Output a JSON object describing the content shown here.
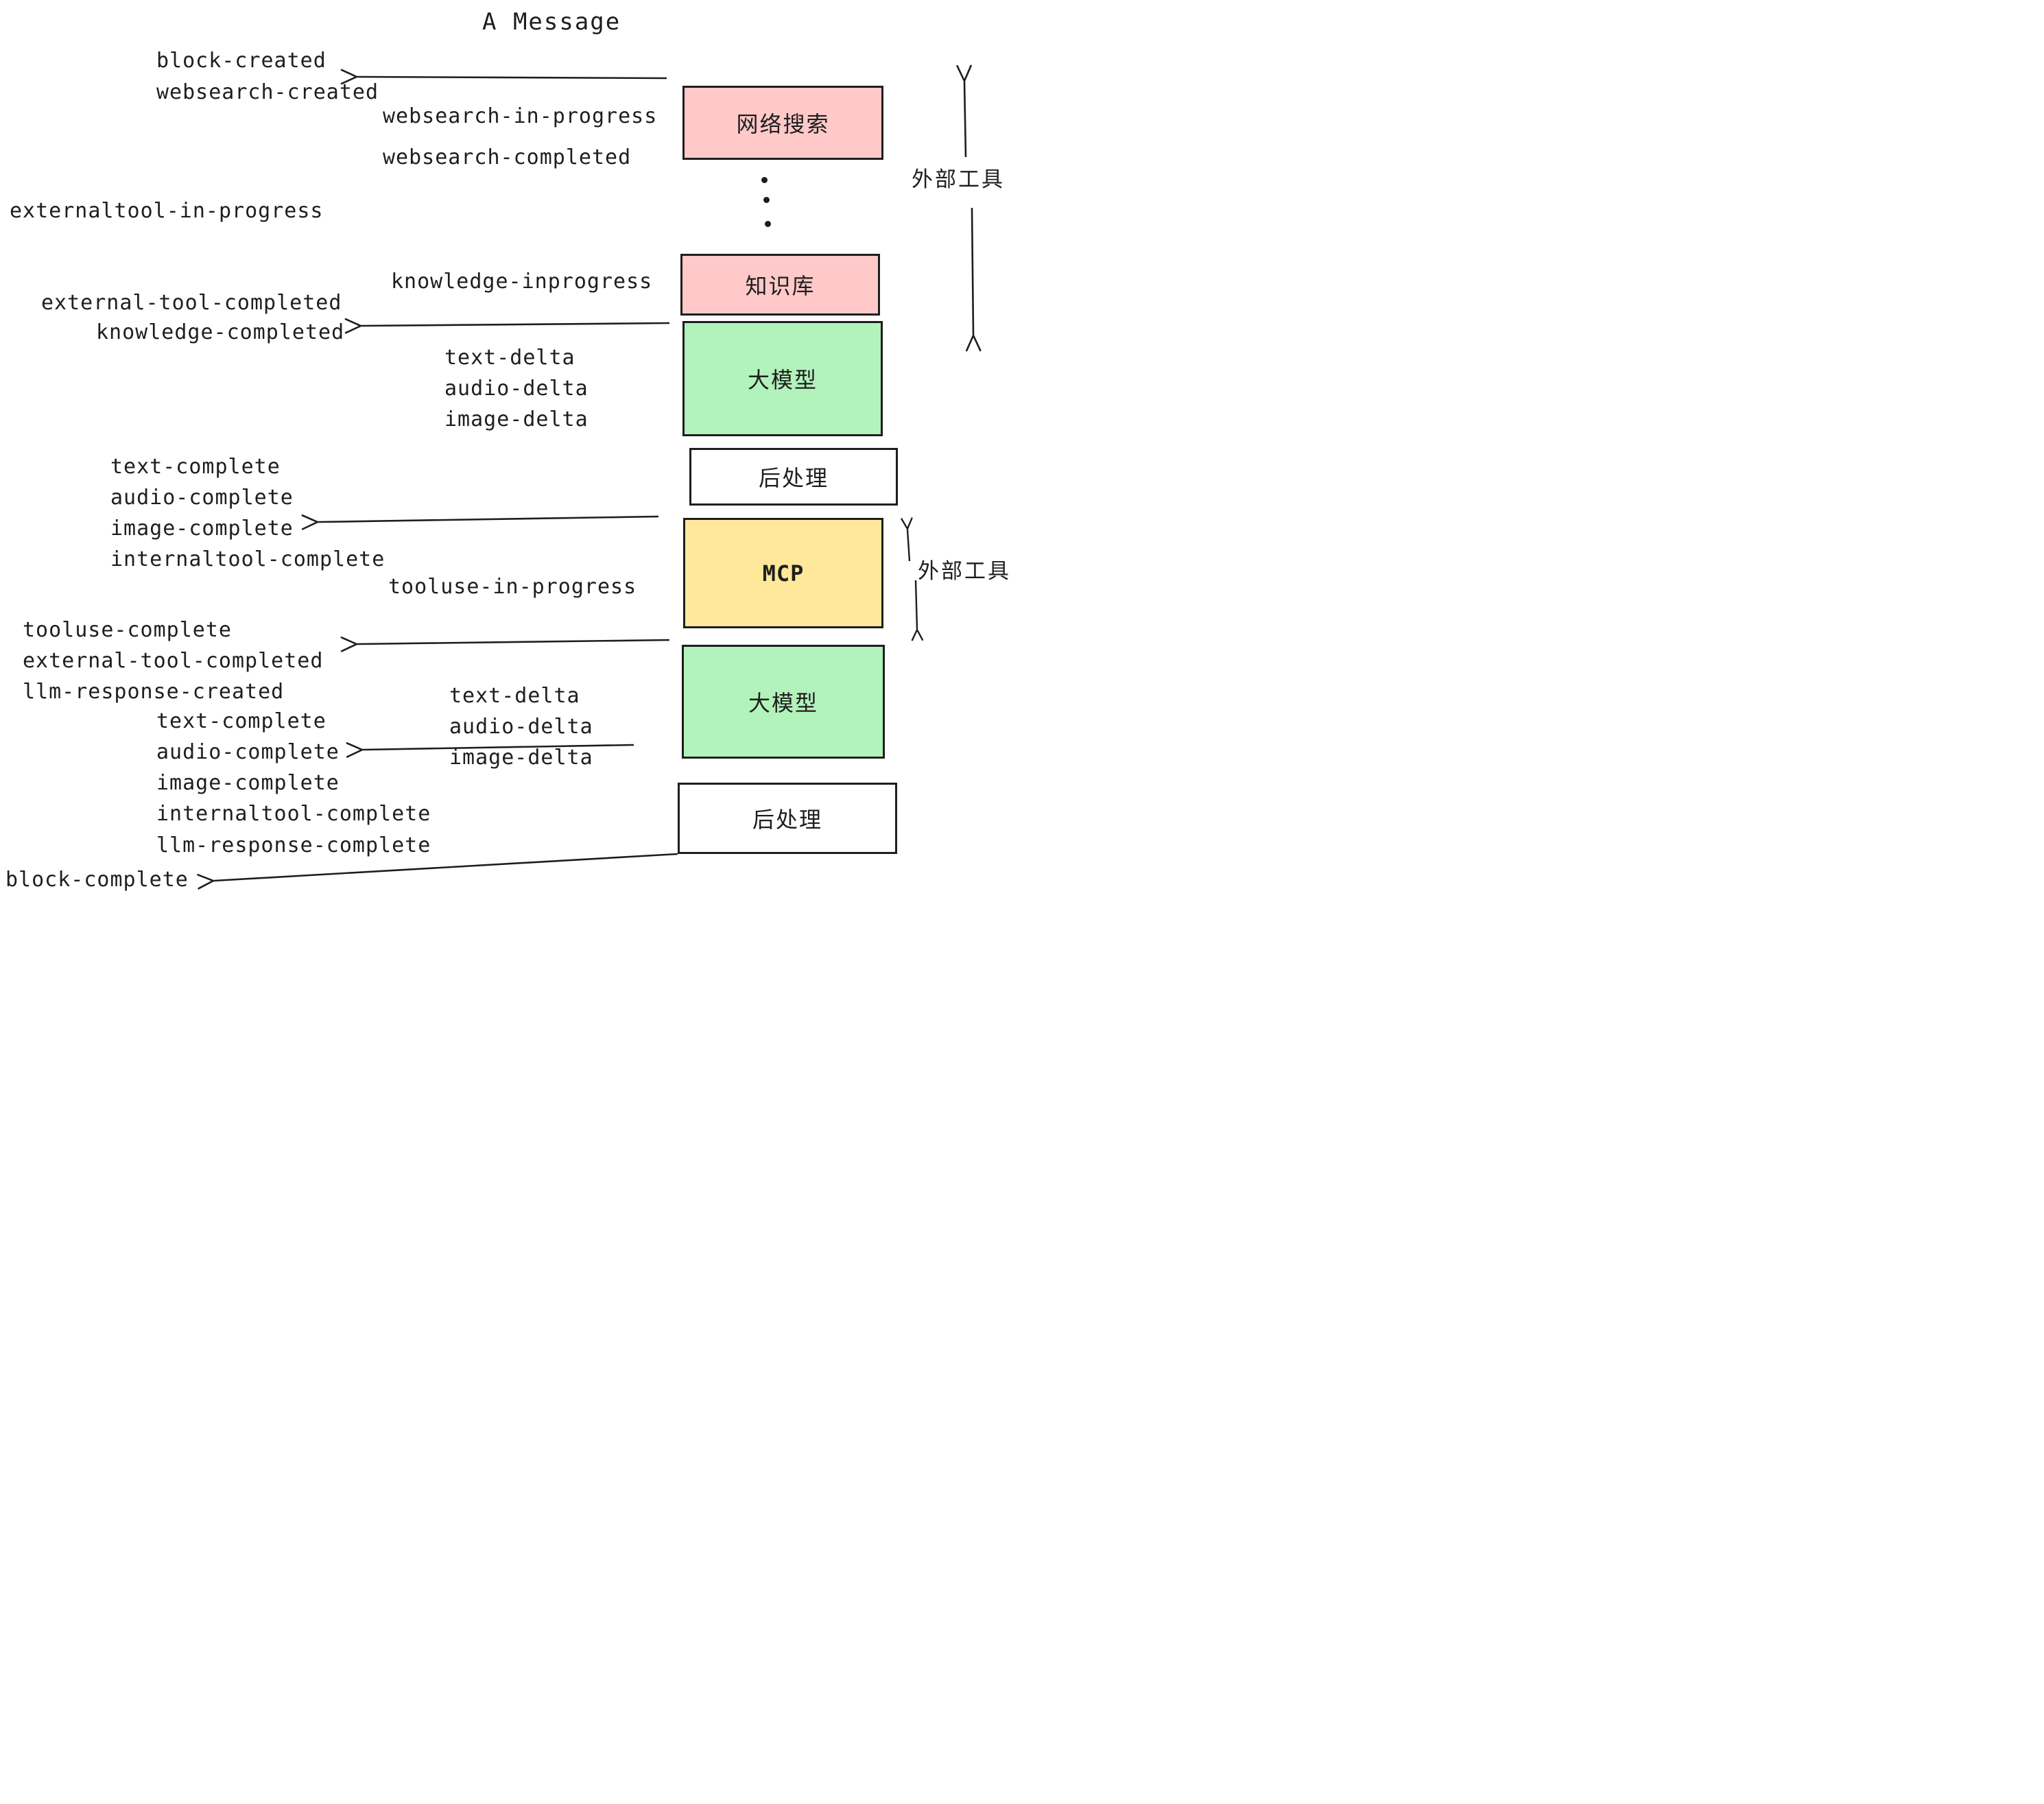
{
  "title": "A Message",
  "colors": {
    "ink": "#1E1E1E",
    "box_pink": "#FFC9C9",
    "box_green": "#B2F2BB",
    "box_yellow": "#FFE899",
    "box_white": "#FFFFFF"
  },
  "boxes": {
    "websearch": {
      "label": "网络搜索"
    },
    "knowledge": {
      "label": "知识库"
    },
    "llm_top": {
      "label": "大模型"
    },
    "post_top": {
      "label": "后处理"
    },
    "mcp": {
      "label": "MCP"
    },
    "llm_bottom": {
      "label": "大模型"
    },
    "post_bottom": {
      "label": "后处理"
    }
  },
  "side_labels": {
    "external_tools_top": "外部工具",
    "external_tools_bottom": "外部工具"
  },
  "events": {
    "block_created": "block-created",
    "websearch_created": "websearch-created",
    "websearch_in_progress": "websearch-in-progress",
    "websearch_completed": "websearch-completed",
    "externaltool_in_progress": "externaltool-in-progress",
    "knowledge_inprogress": "knowledge-inprogress",
    "external_tool_completed_1": "external-tool-completed",
    "knowledge_completed": "knowledge-completed",
    "text_delta_1": "text-delta",
    "audio_delta_1": "audio-delta",
    "image_delta_1": "image-delta",
    "text_complete_1": "text-complete",
    "audio_complete_1": "audio-complete",
    "image_complete_1": "image-complete",
    "internaltool_complete_1": "internaltool-complete",
    "tooluse_in_progress": "tooluse-in-progress",
    "tooluse_complete": "tooluse-complete",
    "external_tool_completed_2": "external-tool-completed",
    "llm_response_created": "llm-response-created",
    "text_complete_2": "text-complete",
    "audio_complete_2": "audio-complete",
    "image_complete_2": "image-complete",
    "internaltool_complete_2": "internaltool-complete",
    "llm_response_complete": "llm-response-complete",
    "block_complete": "block-complete"
  }
}
